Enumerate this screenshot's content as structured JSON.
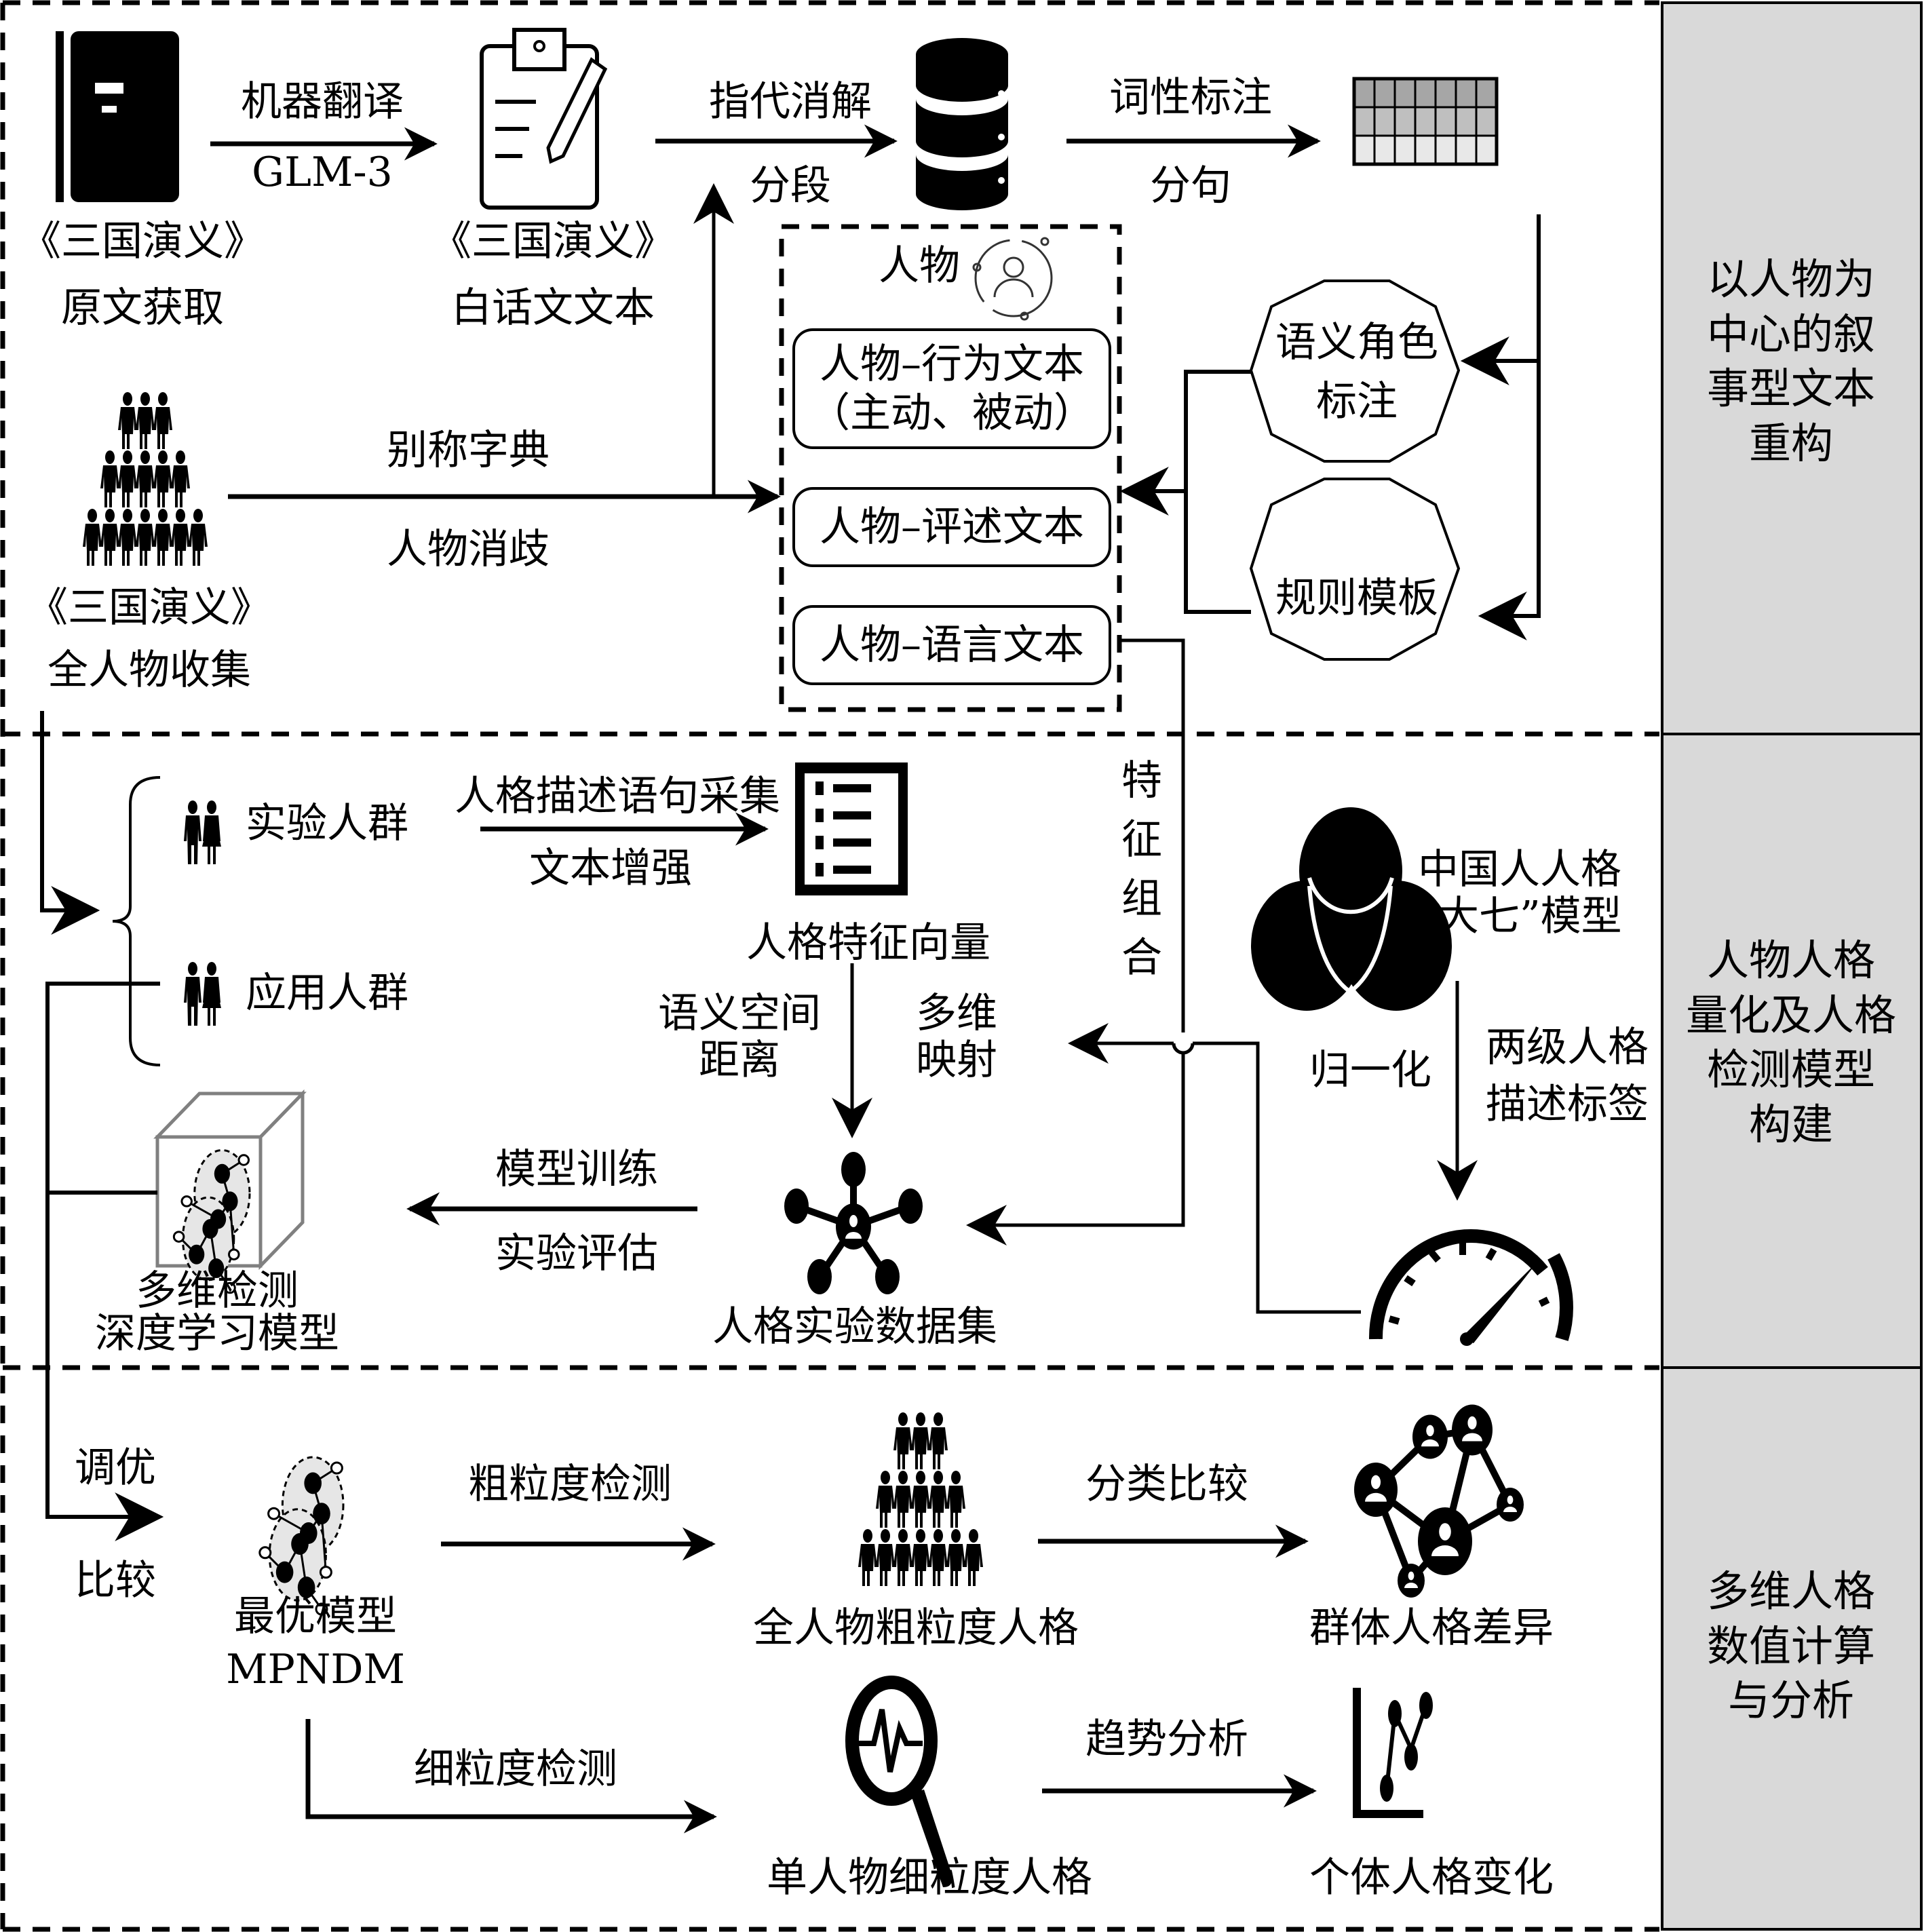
{
  "stages": [
    {
      "label": "以人物为中心的叙事型文本重构",
      "lines": [
        "以人物为",
        "中心的叙",
        "事型文本",
        "重构"
      ]
    },
    {
      "label": "人物人格量化及人格检测模型构建",
      "lines": [
        "人物人格",
        "量化及人格",
        "检测模型",
        "构建"
      ]
    },
    {
      "label": "多维人格数值计算与分析",
      "lines": [
        "多维人格",
        "数值计算",
        "与分析"
      ]
    }
  ],
  "stage1": {
    "original": {
      "title": "《三国演义》",
      "caption": "原文获取",
      "icon": "book-icon"
    },
    "translate_edge": {
      "top": "机器翻译",
      "bottom": "GLM-3"
    },
    "vernacular": {
      "title": "《三国演义》",
      "caption": "白话文文本",
      "icon": "clipboard-pencil-icon"
    },
    "coref_edge": {
      "top": "指代消解",
      "bottom": "分段"
    },
    "database_icon": "database-icon",
    "pos_edge": {
      "top": "词性标注",
      "bottom": "分句"
    },
    "table_icon": "table-grid-icon",
    "srl": {
      "lines": [
        "语义角色",
        "标注"
      ]
    },
    "rules": {
      "label": "规则模板"
    },
    "characters": {
      "title": "《三国演义》",
      "caption": "全人物收集",
      "icon": "crowd-icon"
    },
    "alias_edge": {
      "top": "别称字典",
      "bottom": "人物消歧"
    },
    "person_box": {
      "title": "人物",
      "icon": "person-circle-icon",
      "items": [
        {
          "lines": [
            "人物–行为文本",
            "（主动、被动）"
          ]
        },
        {
          "lines": [
            "人物–评述文本"
          ]
        },
        {
          "lines": [
            "人物–语言文本"
          ]
        }
      ]
    }
  },
  "stage2": {
    "feature_combo": "特征组合",
    "groups": [
      {
        "label": "实验人群",
        "icon": "couple-icon"
      },
      {
        "label": "应用人群",
        "icon": "couple-icon"
      }
    ],
    "collect_edge": {
      "top": "人格描述语句采集",
      "bottom": "文本增强"
    },
    "feature_vector": {
      "label": "人格特征向量",
      "icon": "list-icon"
    },
    "semantic_distance": [
      "语义空间",
      "距离"
    ],
    "multi_mapping": [
      "多维",
      "映射"
    ],
    "big_seven": {
      "lines": [
        "中国人人格",
        "“大七”模型"
      ],
      "icon": "venn-icon"
    },
    "normalize": "归一化",
    "two_level": [
      "两级人格",
      "描述标签"
    ],
    "gauge_icon": "gauge-icon",
    "dataset": {
      "label": "人格实验数据集",
      "icon": "hub-network-icon"
    },
    "train_edge": {
      "top": "模型训练",
      "bottom": "实验评估"
    },
    "dl_model": {
      "lines": [
        "多维检测",
        "深度学习模型"
      ],
      "icon": "cube-network-icon"
    }
  },
  "stage3": {
    "tune_edge": {
      "top": "调优",
      "bottom": "比较"
    },
    "best_model": {
      "lines": [
        "最优模型",
        "MPNDM"
      ],
      "icon": "molecule-icon"
    },
    "coarse_edge": "粗粒度检测",
    "coarse_result": {
      "label": "全人物粗粒度人格",
      "icon": "crowd-icon"
    },
    "classify_edge": "分类比较",
    "group_diff": {
      "label": "群体人格差异",
      "icon": "people-network-icon"
    },
    "fine_edge": "细粒度检测",
    "fine_result": {
      "label": "单人物细粒度人格",
      "icon": "magnifier-pulse-icon"
    },
    "trend_edge": "趋势分析",
    "individual_change": {
      "label": "个体人格变化",
      "icon": "line-chart-icon"
    }
  },
  "colors": {
    "ink": "#000000",
    "stage_bg": "#d9d9d9",
    "grid_dark": "#a6a6a6",
    "grid_mid": "#bfbfbf",
    "grid_light": "#e8e8e8",
    "molecule_fill": "#e6e6e6",
    "cube_stroke": "#808080"
  }
}
